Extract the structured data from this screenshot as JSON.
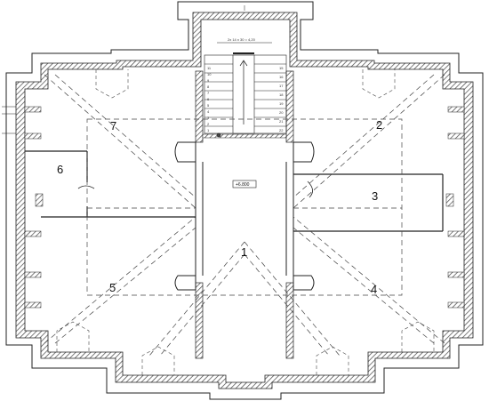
{
  "rooms": [
    {
      "id": "room-1",
      "label": "1"
    },
    {
      "id": "room-2",
      "label": "2"
    },
    {
      "id": "room-3",
      "label": "3"
    },
    {
      "id": "room-4",
      "label": "4"
    },
    {
      "id": "room-5",
      "label": "5"
    },
    {
      "id": "room-6",
      "label": "6"
    },
    {
      "id": "room-7",
      "label": "7"
    }
  ],
  "level_mark": "+6.800",
  "stair_dimension": "2x 14 x 30 = 4,20",
  "stair_steps_left": [
    "11",
    "10",
    "9",
    "8",
    "7",
    "6",
    "5",
    "4",
    "3",
    "2",
    "1"
  ],
  "stair_steps_right": [
    "15",
    "16",
    "17",
    "18",
    "19",
    "20",
    "21",
    "22"
  ],
  "colors": {
    "wall_hatch": "#555555",
    "line": "#222222",
    "dash": "#444444"
  }
}
